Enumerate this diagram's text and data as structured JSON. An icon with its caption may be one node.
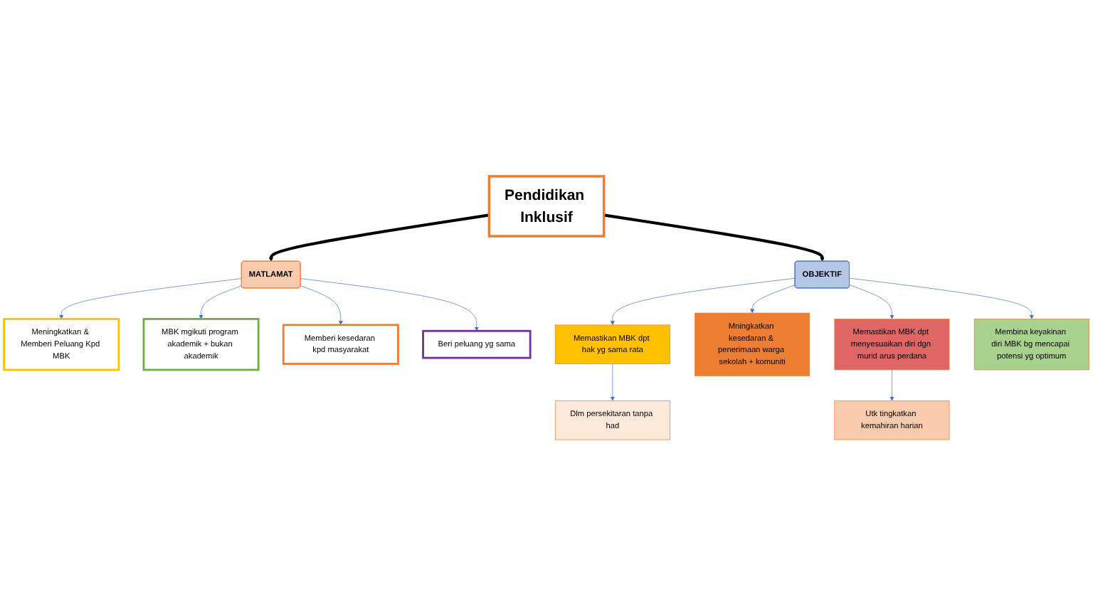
{
  "diagram": {
    "nodes": [
      {
        "text": [
          "Pendidikan Inklusif"
        ]
      },
      {
        "text": [
          "MATLAMAT"
        ]
      },
      {
        "text": [
          "Meningkatkan & Memberi Peluang Kpd MBK"
        ]
      },
      {
        "text": [
          "MBK mgikuti program akademik + bukan akademik"
        ]
      },
      {
        "text": [
          "Memberi kesedaran kpd masyarakat"
        ]
      },
      {
        "text": [
          "Beri peluang yg sama"
        ]
      },
      {
        "text": [
          "OBJEKTIF"
        ]
      },
      {
        "text": [
          "Dlm persekitaran tanpa had"
        ]
      },
      {
        "text": [
          "Memastikan MBK dpt hak yg sama rata"
        ]
      },
      {
        "text": [
          "Mningkatkan kesedaran & penerimaan warga sekolah + komuniti"
        ]
      },
      {
        "text": [
          "Memastikan MBK dpt menyesuaikan diri dgn murid arus perdana"
        ]
      },
      {
        "text": [
          "Utk tingkatkan kemahiran harian"
        ]
      },
      {
        "text": [
          "Membina keyakinan diri MBK bg mencapai potensi yg optimum"
        ]
      }
    ],
    "edges": [
      {
        "from": 0,
        "to": 1,
        "arrow": "to",
        "style": "thick",
        "color": "#000000"
      },
      {
        "from": 0,
        "to": 6,
        "arrow": "to",
        "style": "thick",
        "color": "#000000"
      },
      {
        "from": 1,
        "to": 2,
        "arrow": "to"
      },
      {
        "from": 1,
        "to": 3,
        "arrow": "to"
      },
      {
        "from": 1,
        "to": 4,
        "arrow": "to"
      },
      {
        "from": 1,
        "to": 5,
        "arrow": "to"
      },
      {
        "from": 6,
        "to": 8,
        "arrow": "to"
      },
      {
        "from": 8,
        "to": 7,
        "arrow": "to"
      },
      {
        "from": 6,
        "to": 9,
        "arrow": "to"
      },
      {
        "from": 6,
        "to": 10,
        "arrow": "to"
      },
      {
        "from": 10,
        "to": 11,
        "arrow": "to"
      },
      {
        "from": 6,
        "to": 12,
        "arrow": "to"
      }
    ]
  }
}
